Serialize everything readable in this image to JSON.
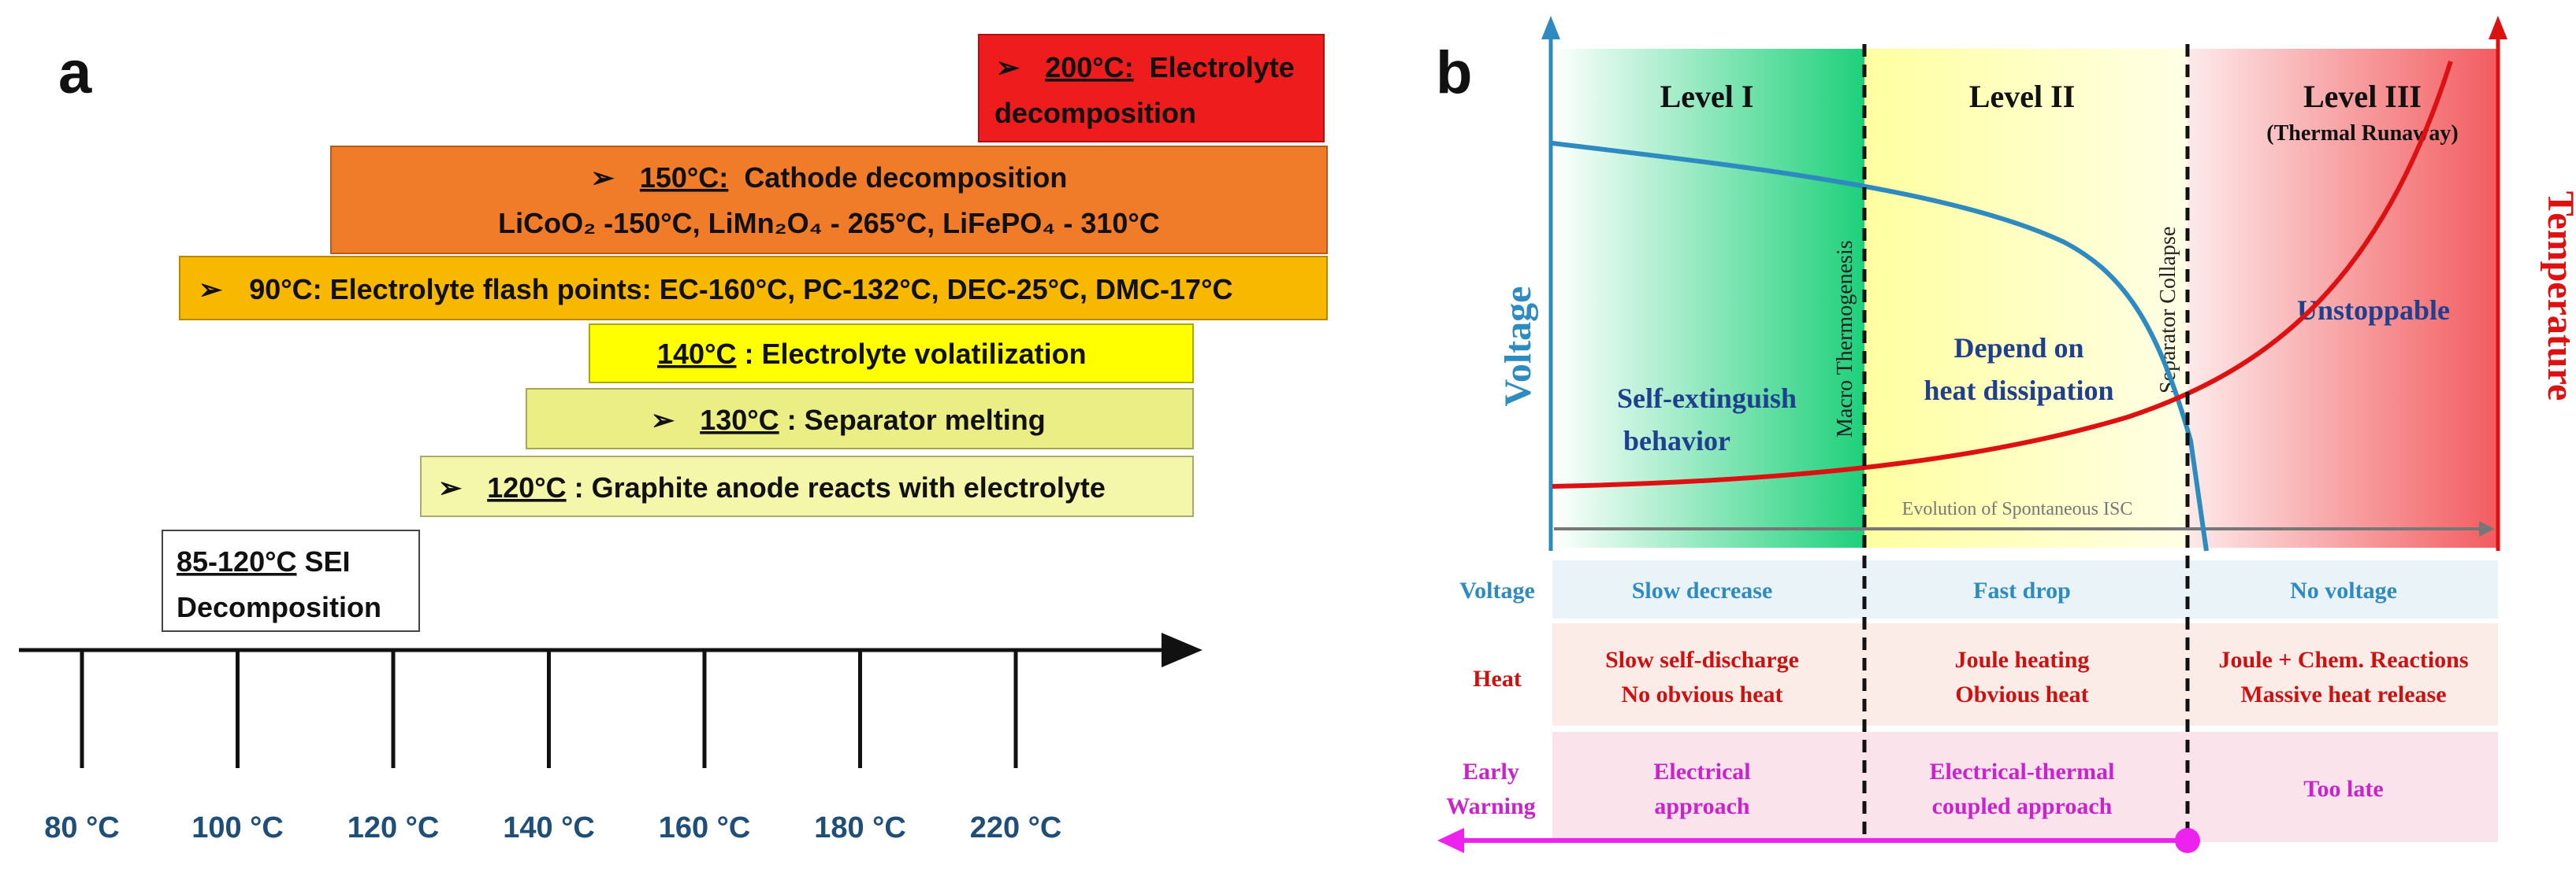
{
  "panel_a": {
    "label": "a",
    "events": [
      {
        "bullet": "➢",
        "head": "200°C:",
        "rest": "Electrolyte",
        "line2": "decomposition",
        "color": "#ee1c1c"
      },
      {
        "bullet": "➢",
        "head": "150°C:",
        "rest": "Cathode decomposition",
        "line2": "LiCoO₂ -150°C, LiMn₂O₄ - 265°C, LiFePO₄ - 310°C",
        "color": "#f07c2a"
      },
      {
        "bullet": "➢",
        "head": "",
        "rest": "90°C: Electrolyte flash points: EC-160°C, PC-132°C, DEC-25°C, DMC-17°C",
        "color": "#f8b800"
      },
      {
        "bullet": "",
        "head": "140°C",
        "rest": ": Electrolyte volatilization",
        "color": "#ffff00"
      },
      {
        "bullet": "➢",
        "head": "130°C",
        "rest": ": Separator melting",
        "color": "#eaee84"
      },
      {
        "bullet": "➢",
        "head": "120°C",
        "rest": ": Graphite anode reacts with electrolyte",
        "color": "#f4f6aa"
      }
    ],
    "sei": {
      "head": "85-120°C",
      "rest": " SEI",
      "line2": "Decomposition"
    },
    "axis_ticks": [
      "80 °C",
      "100 °C",
      "120 °C",
      "140 °C",
      "160 °C",
      "180 °C",
      "220 °C"
    ],
    "tick_color": "#1f4e79"
  },
  "panel_b": {
    "label": "b",
    "y_left_label": "Voltage",
    "y_right_label": "Temperature",
    "levels": [
      {
        "title": "Level I",
        "subtitle": ""
      },
      {
        "title": "Level II",
        "subtitle": ""
      },
      {
        "title": "Level III",
        "subtitle": "(Thermal Runaway)"
      }
    ],
    "boundaries": [
      "Macro Thermogenesis",
      "Separator Collapse"
    ],
    "region_text": [
      [
        "Self-extinguish",
        "behavior"
      ],
      [
        "Depend on",
        "heat dissipation"
      ],
      [
        "Unstoppable"
      ]
    ],
    "isc_label": "Evolution of Spontaneous ISC",
    "table": {
      "row_labels": [
        [
          "Voltage"
        ],
        [
          "Heat"
        ],
        [
          "Early",
          "Warning"
        ]
      ],
      "row_label_colors": [
        "#2e8bc0",
        "#cc1111",
        "#cc22cc"
      ],
      "cells": [
        [
          [
            "Slow decrease"
          ],
          [
            "Fast drop"
          ],
          [
            "No voltage"
          ]
        ],
        [
          [
            "Slow self-discharge",
            "No obvious heat"
          ],
          [
            "Joule heating",
            "Obvious heat"
          ],
          [
            "Joule + Chem. Reactions",
            "Massive heat release"
          ]
        ],
        [
          [
            "Electrical",
            "approach"
          ],
          [
            "Electrical-thermal",
            "coupled approach"
          ],
          [
            "Too late"
          ]
        ]
      ],
      "cell_colors": [
        "#2e8bc0",
        "#cc1111",
        "#cc22cc"
      ],
      "row_bg": [
        "#e9f3f8",
        "#fcece8",
        "#fbe3ec"
      ]
    },
    "colors": {
      "voltage": "#2e8bc0",
      "temperature": "#dd1111",
      "warning": "#ee22ee",
      "text_blue": "#1f3f8f"
    }
  }
}
